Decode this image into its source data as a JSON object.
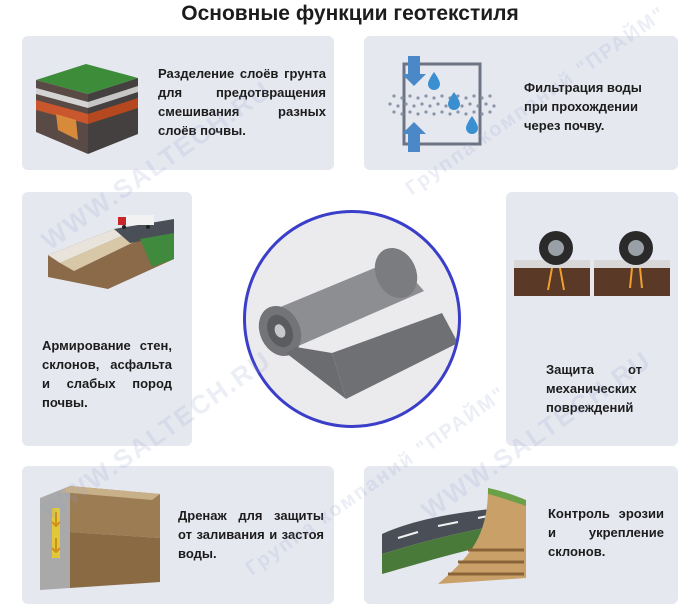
{
  "title": "Основные функции геотекстиля",
  "cards": [
    {
      "id": "separation",
      "lines": [
        "Разделение слоёв грунта",
        "для предотвращения",
        "смешивания разных",
        "слоёв почвы."
      ]
    },
    {
      "id": "filtration",
      "lines": [
        "Фильтрация воды",
        "при прохождении",
        "через почву."
      ]
    },
    {
      "id": "reinforcement",
      "lines": [
        "Армирование стен,",
        "склонов, асфальта",
        "и слабых пород",
        "почвы."
      ]
    },
    {
      "id": "protection",
      "lines": [
        "Защита от",
        "механических",
        "повреждений"
      ]
    },
    {
      "id": "drainage",
      "lines": [
        "Дренаж для защиты",
        "от заливания и застоя",
        "воды."
      ]
    },
    {
      "id": "erosion",
      "lines": [
        "Контроль эрозии",
        "и укрепление",
        "склонов."
      ]
    }
  ],
  "watermark": {
    "site": "WWW.SALTECH.RU",
    "group": "Группа компаний \"ПРАЙМ\""
  },
  "colors": {
    "card_bg": "#e6e8f0",
    "circle_border": "#3a3ec8",
    "water": "#3a8fd0",
    "arrow": "#4a88c8",
    "text": "#1c1c1c"
  }
}
